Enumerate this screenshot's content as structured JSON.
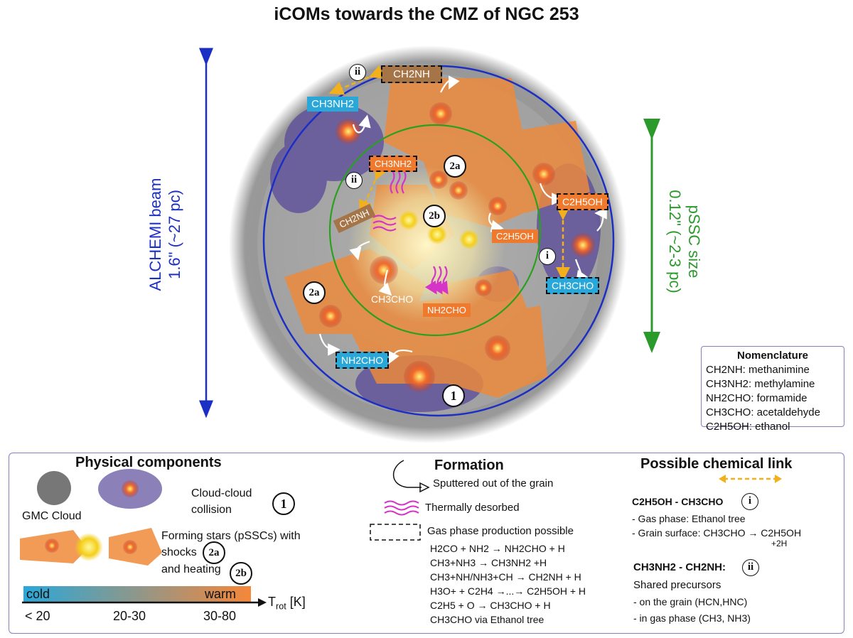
{
  "title": "iCOMs towards the CMZ of NGC 253",
  "beam": {
    "line1": "ALCHEMI beam",
    "line2": "1.6\" (~27 pc)"
  },
  "pssc": {
    "line1": "pSSC size",
    "line2": "0.12\" (~2-3 pc)"
  },
  "labels": {
    "one": "1",
    "two_a": "2a",
    "two_b": "2b",
    "i": "i",
    "ii": "ii"
  },
  "molecules": {
    "ch2nh_top": "CH2NH",
    "ch3nh2_left": "CH3NH2",
    "ch3nh2_inner": "CH3NH2",
    "ch2nh_inner": "CH2NH",
    "c2h5oh_right": "C2H5OH",
    "c2h5oh_inner": "C2H5OH",
    "ch3cho_right": "CH3CHO",
    "ch3cho_inner": "CH3CHO",
    "nh2cho_inner": "NH2CHO",
    "nh2cho_bottom": "NH2CHO"
  },
  "nomenclature": {
    "heading": "Nomenclature",
    "items": [
      "CH2NH: methanimine",
      "CH3NH2: methylamine",
      "NH2CHO: formamide",
      "CH3CHO: acetaldehyde",
      "C2H5OH: ethanol"
    ]
  },
  "legend": {
    "physical": {
      "heading": "Physical components",
      "gmc": "GMC Cloud",
      "collision_1": "Cloud-cloud",
      "collision_2": "collision",
      "stars_1": "Forming stars (pSSCs) with",
      "stars_2": "shocks",
      "stars_3": "and heating",
      "cold": "cold",
      "warm": "warm",
      "t1": "< 20",
      "t2": "20-30",
      "t3": "30-80",
      "trot": "T",
      "trot_sub": "rot",
      "trot_unit": " [K]",
      "cold_color": "#2aa7d9",
      "warm_color": "#f5873a"
    },
    "formation": {
      "heading": "Formation",
      "sputtered": "Sputtered out of the grain",
      "thermal": "Thermally desorbed",
      "gasphase": "Gas phase production possible",
      "reactions": [
        "H2CO + NH2 → NH2CHO + H",
        "CH3+NH3 → CH3NH2 +H",
        "CH3+NH/NH3+CH → CH2NH + H",
        "H3O+ + C2H4 →...→ C2H5OH + H",
        "C2H5 + O → CH3CHO + H",
        "CH3CHO via Ethanol tree"
      ]
    },
    "link": {
      "heading": "Possible chemical link",
      "i_title": "C2H5OH - CH3CHO",
      "i_line1": "- Gas phase: Ethanol tree",
      "i_line2": "- Grain surface: CH3CHO → C2H5OH",
      "i_plus": "+2H",
      "ii_title": "CH3NH2 - CH2NH:",
      "ii_line1": "Shared precursors",
      "ii_line2": "- on the grain (HCN,HNC)",
      "ii_line3": "- in gas phase (CH3, NH3)"
    }
  },
  "colors": {
    "beam_blue": "#1c2fc4",
    "pssc_green": "#2a9a2a",
    "link_orange": "#f2b01e",
    "thermal_magenta": "#d633c8",
    "cloud_purple": "#5a4a9a",
    "filament_orange": "#ef8a3a"
  }
}
